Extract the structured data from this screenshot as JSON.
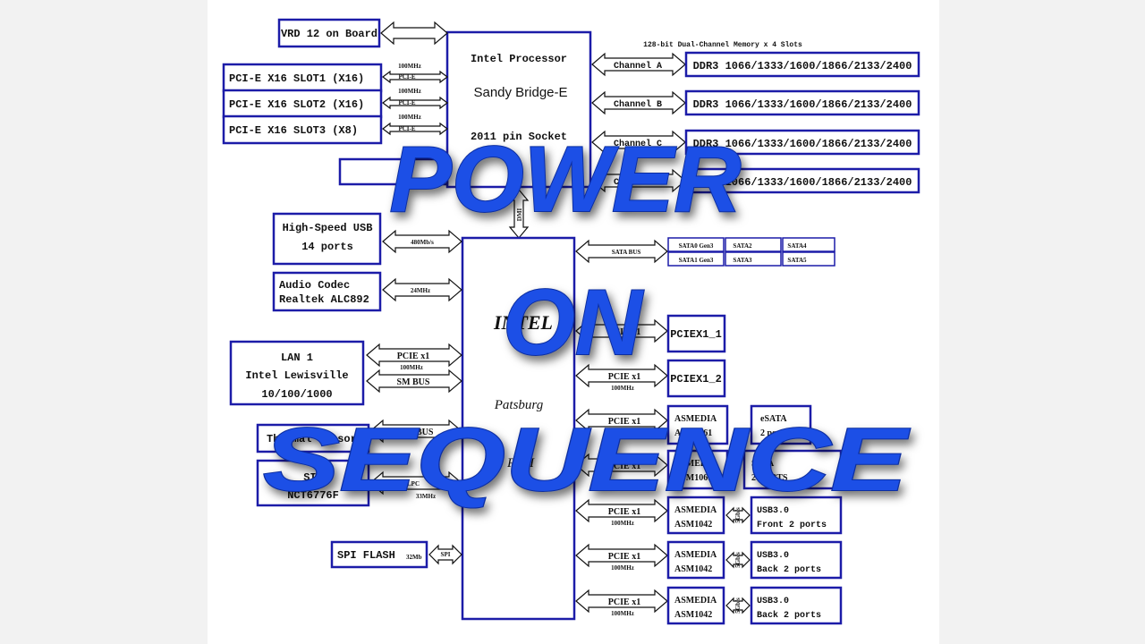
{
  "overlay": {
    "line1": "POWER",
    "line2": "ON",
    "line3": "SEQUENCE"
  },
  "diagram": {
    "cpu": {
      "line1": "Intel Processor",
      "line2": "Sandy Bridge-E",
      "line3": "2011 pin Socket"
    },
    "pch": {
      "line1": "INTEL",
      "line2": "Patsburg",
      "line3": "PCH"
    },
    "memory_header": "128-bit Dual-Channel Memory x 4 Slots",
    "vrd": "VRD 12 on Board",
    "pcie_slots": [
      "PCI-E X16 SLOT1 (X16)",
      "PCI-E X16 SLOT2 (X16)",
      "PCI-E X16 SLOT3 (X8)"
    ],
    "slot_labels": {
      "freq": "100MHz",
      "bus": "PCI-E"
    },
    "channels": [
      {
        "name": "Channel A",
        "dimm": "DDR3 1066/1333/1600/1866/2133/2400"
      },
      {
        "name": "Channel B",
        "dimm": "DDR3 1066/1333/1600/1866/2133/2400"
      },
      {
        "name": "Channel C",
        "dimm": "DDR3 1066/1333/1600/1866/2133/2400"
      },
      {
        "name": "Channel D",
        "dimm": "DDR3 1066/1333/1600/1866/2133/2400"
      }
    ],
    "usb": {
      "line1": "High-Speed USB",
      "line2": "14 ports",
      "speed": "480Mb/s"
    },
    "audio": {
      "line1": "Audio Codec",
      "line2": "Realtek ALC892",
      "speed": "24MHz"
    },
    "lan": {
      "line1": "LAN 1",
      "line2": "Intel Lewisville",
      "line3": "10/100/1000",
      "bus1": "PCIE x1",
      "freq": "100MHz",
      "bus2": "SM BUS"
    },
    "thermal": {
      "label": "Thermal Sensor",
      "bus": "SM BUS"
    },
    "sio": {
      "line1": "SIO",
      "line2": "NCT6776F",
      "bus": "LPC",
      "freq": "33MHz"
    },
    "spi": {
      "label": "SPI FLASH",
      "size": "32Mb",
      "bus": "SPI"
    },
    "sata_bus": "SATA BUS",
    "sata_ports": [
      "SATA0 Gen3",
      "SATA2",
      "SATA4",
      "SATA1 Gen3",
      "SATA3",
      "SATA5"
    ],
    "pcie_x1_slots": [
      "PCIEX1_1",
      "PCIEX1_2"
    ],
    "pcie_link": {
      "bus": "PCIE x1",
      "freq": "100MHz"
    },
    "asm_sata": [
      {
        "chip1": "ASMEDIA",
        "chip2": "ASM1061",
        "port1": "eSATA",
        "port2": "2 ports"
      },
      {
        "chip1": "ASMEDIA",
        "chip2": "ASM1061",
        "port1": "SATA",
        "port2": "2 PORTS"
      }
    ],
    "usb3": [
      {
        "chip1": "ASMEDIA",
        "chip2": "ASM1042",
        "speed": "5Gb/s",
        "port1": "USB3.0",
        "port2": "Front 2 ports"
      },
      {
        "chip1": "ASMEDIA",
        "chip2": "ASM1042",
        "speed": "5Gb/s",
        "port1": "USB3.0",
        "port2": "Back 2 ports"
      },
      {
        "chip1": "ASMEDIA",
        "chip2": "ASM1042",
        "speed": "5Gb/s",
        "port1": "USB3.0",
        "port2": "Back 2 ports"
      }
    ],
    "dmi": "DMI"
  },
  "colors": {
    "box_border": "#1c1ca8",
    "overlay_fill": "#1e50e6",
    "overlay_stroke": "#0b2ea0"
  }
}
